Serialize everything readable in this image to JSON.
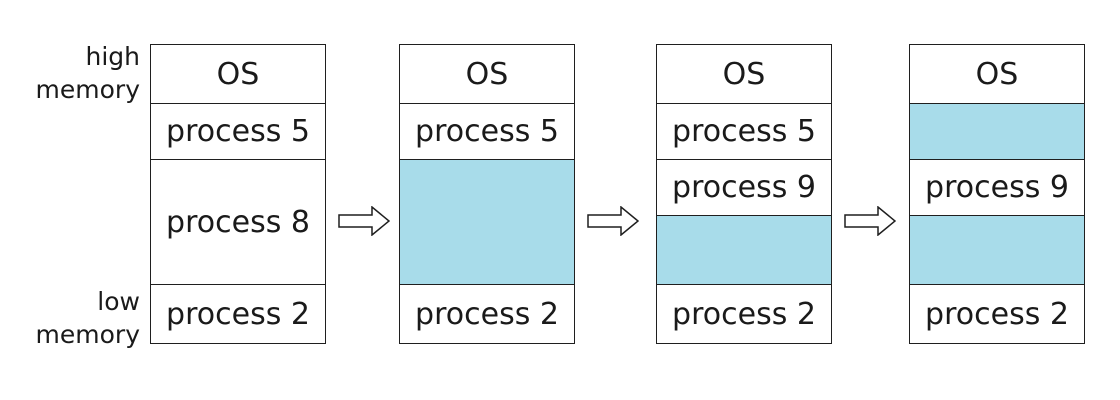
{
  "labels": {
    "high_line1": "high",
    "high_line2": "memory",
    "low_line1": "low",
    "low_line2": "memory"
  },
  "colors": {
    "hole": "#a8dcea",
    "border": "#1f1f1f"
  },
  "columns": [
    {
      "cells": [
        {
          "label": "OS",
          "hole": false
        },
        {
          "label": "process 5",
          "hole": false
        },
        {
          "label": "process 8",
          "hole": false
        },
        {
          "label": "process 2",
          "hole": false
        }
      ]
    },
    {
      "cells": [
        {
          "label": "OS",
          "hole": false
        },
        {
          "label": "process 5",
          "hole": false
        },
        {
          "label": "",
          "hole": true
        },
        {
          "label": "process 2",
          "hole": false
        }
      ]
    },
    {
      "cells": [
        {
          "label": "OS",
          "hole": false
        },
        {
          "label": "process 5",
          "hole": false
        },
        {
          "label": "process 9",
          "hole": false
        },
        {
          "label": "",
          "hole": true
        },
        {
          "label": "process 2",
          "hole": false
        }
      ]
    },
    {
      "cells": [
        {
          "label": "OS",
          "hole": false
        },
        {
          "label": "",
          "hole": true
        },
        {
          "label": "process 9",
          "hole": false
        },
        {
          "label": "",
          "hole": true
        },
        {
          "label": "process 2",
          "hole": false
        }
      ]
    }
  ]
}
